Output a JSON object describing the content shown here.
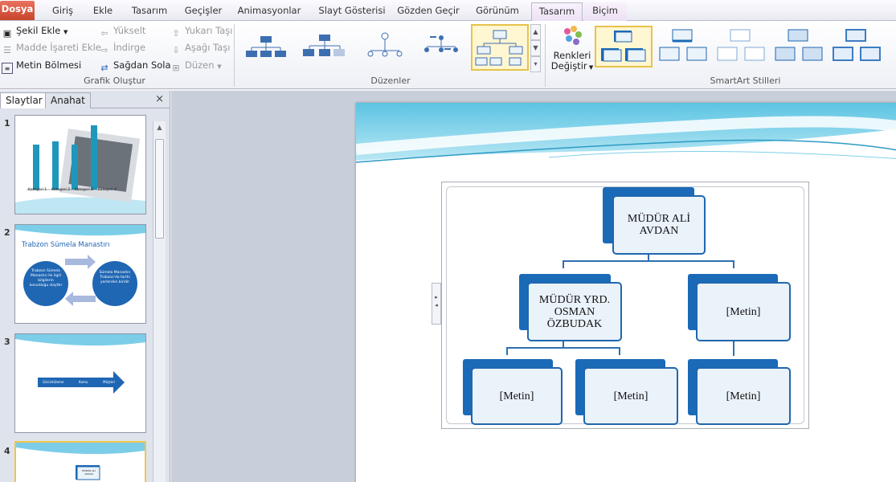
{
  "tabs": [
    "Dosya",
    "Giriş",
    "Ekle",
    "Tasarım",
    "Geçişler",
    "Animasyonlar",
    "Slayt Gösterisi",
    "Gözden Geçir",
    "Görünüm",
    "Tasarım",
    "Biçim"
  ],
  "ribbon": {
    "create": {
      "add_shape": "Şekil Ekle",
      "add_bullet": "Madde İşareti Ekle",
      "text_pane": "Metin Bölmesi",
      "promote": "Yükselt",
      "demote": "İndirge",
      "rtl": "Sağdan Sola",
      "move_up": "Yukarı Taşı",
      "move_down": "Aşağı Taşı",
      "layout": "Düzen",
      "label": "Grafik Oluştur"
    },
    "layouts_label": "Düzenler",
    "colors": {
      "line1": "Renkleri",
      "line2": "Değiştir"
    },
    "styles_label": "SmartArt Stilleri"
  },
  "panel": {
    "tab_slides": "Slaytlar",
    "tab_outline": "Anahat",
    "close": "×"
  },
  "slides": [
    {
      "num": "1",
      "categories": [
        "Kategori 1",
        "Kategori 2",
        "Kategori 3",
        "Kategori 4"
      ]
    },
    {
      "num": "2",
      "title": "Trabzon Sümela Manastırı",
      "circle_left": "Trabzon Sümela Manastırı ile ilgili bilgilerin konulduğu slayttır",
      "circle_right": "Sümela Manastırı Trabzon'da tarihi yerlerden biridir"
    },
    {
      "num": "3",
      "arrow_labels": [
        "Görüntüleme",
        "Kamu",
        "Müşteri"
      ]
    },
    {
      "num": "4",
      "mini": "MÜDÜR ALİ AVDAN"
    }
  ],
  "org": {
    "top": "MÜDÜR ALİ AVDAN",
    "mid_left": "MÜDÜR YRD. OSMAN ÖZBUDAK",
    "mid_right": "[Metin]",
    "bottom_1": "[Metin]",
    "bottom_2": "[Metin]",
    "bottom_3": "[Metin]"
  },
  "colors": {
    "accent": "#1a6ab7",
    "file_tab": "#c8442c",
    "selection": "#e7c34a"
  }
}
